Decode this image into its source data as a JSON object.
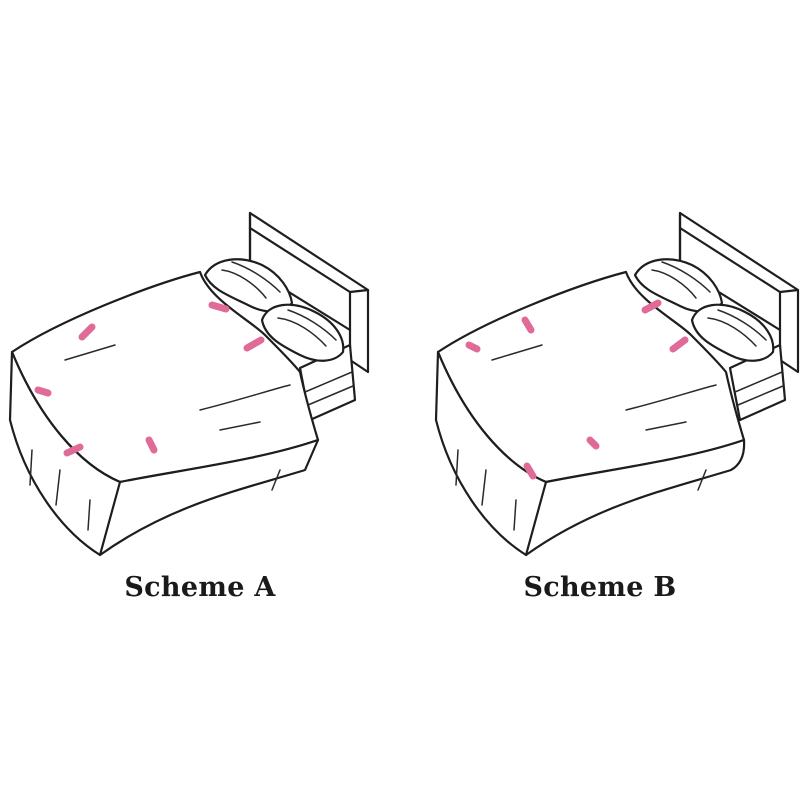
{
  "schemes": [
    {
      "id": "a",
      "caption": "Scheme A"
    },
    {
      "id": "b",
      "caption": "Scheme B"
    }
  ],
  "colors": {
    "clip": "#e06b98",
    "ink": "#1e1e1e",
    "background": "#ffffff"
  },
  "icons": [
    "bed-illustration",
    "sheet-clip"
  ]
}
